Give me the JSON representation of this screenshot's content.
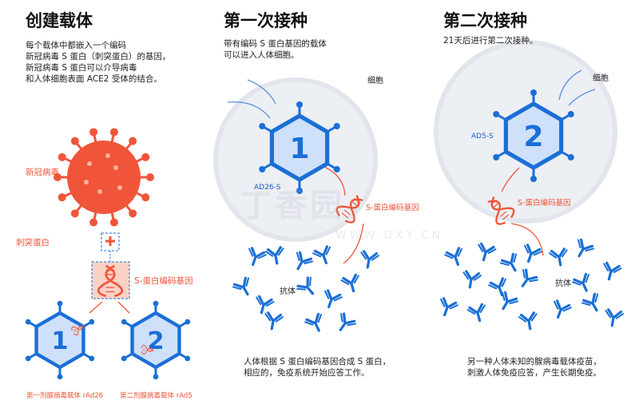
{
  "colors": {
    "virus": "#f0553a",
    "blue": "#1a6fd6",
    "hex_fill": "#cfe0fb",
    "cell": "#eceff3"
  },
  "watermark": {
    "logo": "丁香园",
    "url": "WWW.DXY.CN"
  },
  "section1": {
    "title": "创建载体",
    "description": "每个载体中都嵌入一个编码\n新冠病毒 S 蛋白（刺突蛋白）的基因，\n新冠病毒 S 蛋白可以介导病毒\n和人体细胞表面 ACE2 受体的结合。",
    "virus_label": "新冠病毒",
    "spike_label": "刺突蛋白",
    "gene_label": "S-蛋白编码基因",
    "vector1": {
      "number": "1",
      "label": "第一剂腺病毒载体 rAd26"
    },
    "vector2": {
      "number": "2",
      "label": "第二剂腺病毒载体 rAd5"
    }
  },
  "section2": {
    "title": "第一次接种",
    "description": "带有编码 S 蛋白基因的载体\n可以进入人体细胞。",
    "cell_label": "细胞",
    "vector_number": "1",
    "vector_label": "AD26-S",
    "gene_label": "S-蛋白编码基因",
    "antibody_label": "抗体",
    "footer": "人体根据 S 蛋白编码基因合成 S 蛋白，\n相应的，免疫系统开始应答工作。"
  },
  "section3": {
    "title": "第二次接种",
    "description": "21天后进行第二次接种。",
    "cell_label": "细胞",
    "vector_number": "2",
    "vector_label": "AD5-S",
    "gene_label": "S-蛋白编码基因",
    "antibody_label": "抗体",
    "footer": "另一种人体未知的腺病毒载体疫苗，\n刺激人体免疫应答，产生长期免疫。"
  }
}
